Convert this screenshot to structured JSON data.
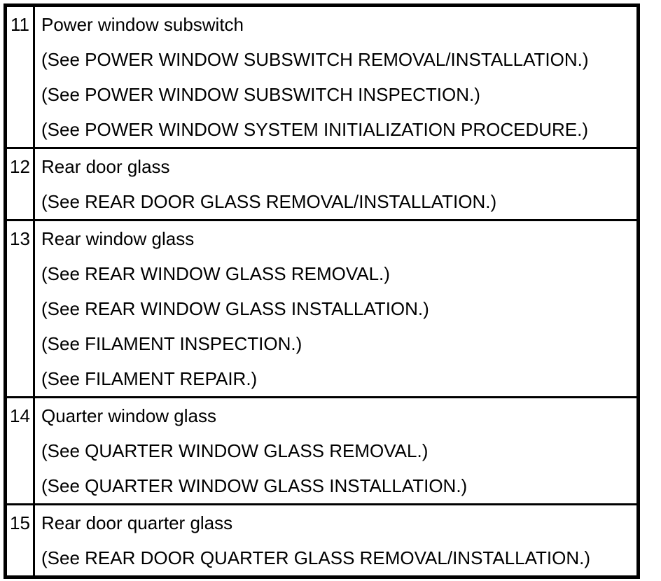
{
  "colors": {
    "background": "#ffffff",
    "text": "#000000",
    "border": "#000000"
  },
  "table": {
    "rows": [
      {
        "number": "11",
        "lines": [
          "Power window subswitch",
          "(See POWER WINDOW SUBSWITCH REMOVAL/INSTALLATION.)",
          "(See POWER WINDOW SUBSWITCH INSPECTION.)",
          "(See POWER WINDOW SYSTEM INITIALIZATION PROCEDURE.)"
        ]
      },
      {
        "number": "12",
        "lines": [
          "Rear door glass",
          "(See REAR DOOR GLASS REMOVAL/INSTALLATION.)"
        ]
      },
      {
        "number": "13",
        "lines": [
          "Rear window glass",
          "(See REAR WINDOW GLASS REMOVAL.)",
          "(See REAR WINDOW GLASS INSTALLATION.)",
          "(See FILAMENT INSPECTION.)",
          "(See FILAMENT REPAIR.)"
        ]
      },
      {
        "number": "14",
        "lines": [
          "Quarter window glass",
          "(See QUARTER WINDOW GLASS REMOVAL.)",
          "(See QUARTER WINDOW GLASS INSTALLATION.)"
        ]
      },
      {
        "number": "15",
        "lines": [
          "Rear door quarter glass",
          "(See REAR DOOR QUARTER GLASS REMOVAL/INSTALLATION.)"
        ]
      }
    ]
  }
}
